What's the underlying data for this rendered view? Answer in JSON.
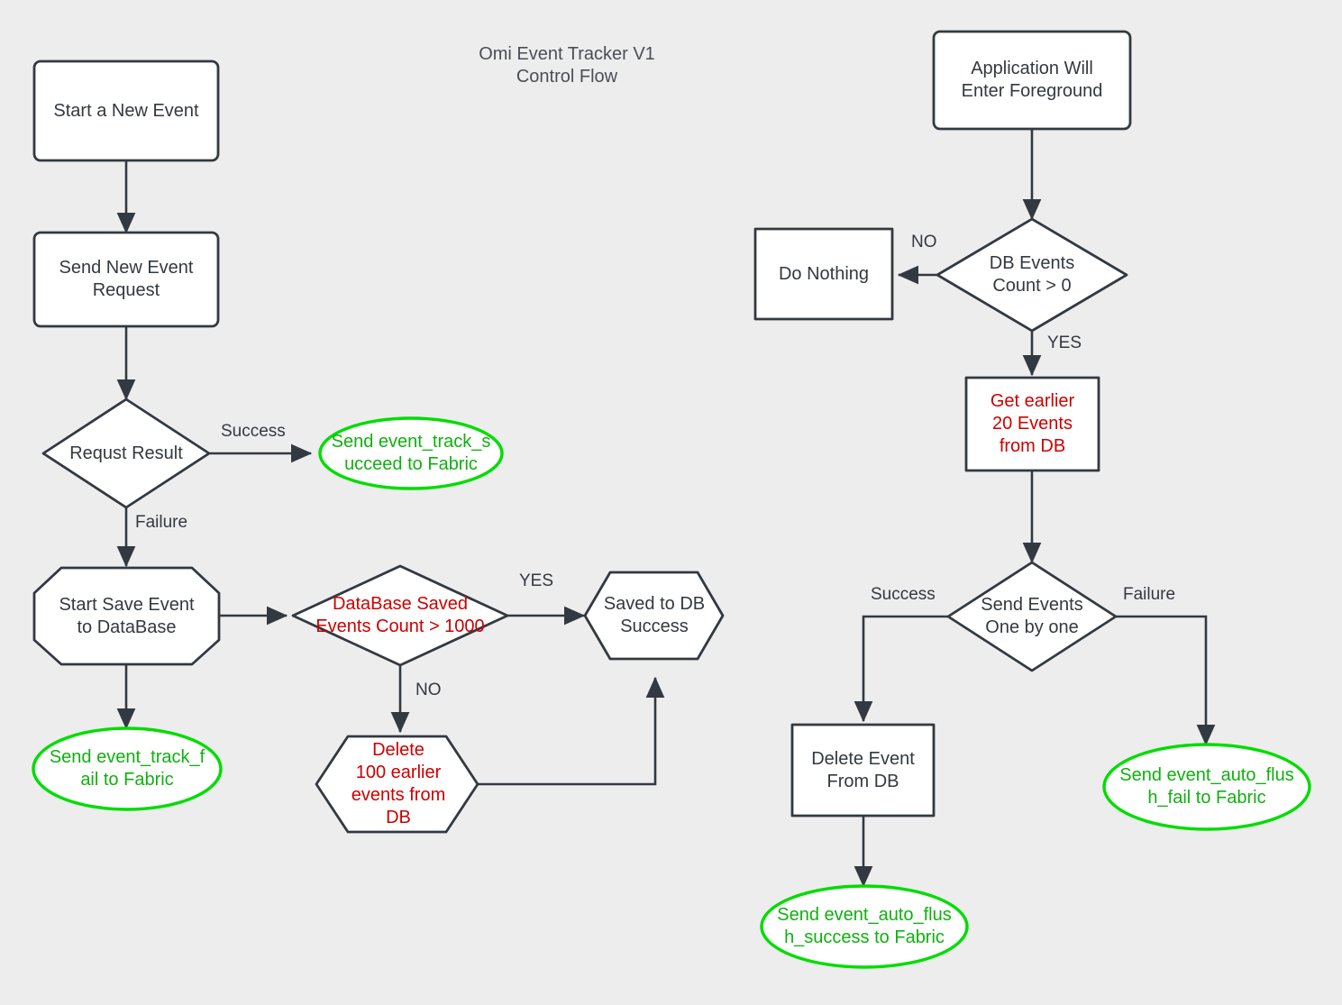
{
  "diagram": {
    "title": "Omi Event Tracker V1\nControl Flow",
    "background_color": "#ededed",
    "stroke_color": "#333940",
    "red_color": "#cc0000",
    "green_border_color": "#00dd00",
    "green_text_color": "#10b010",
    "nodes": {
      "start_new_event": {
        "label": "Start a New Event",
        "shape": "rounded-rect",
        "color": "dark"
      },
      "send_new_event_request": {
        "label": "Send New Event\nRequest",
        "shape": "rounded-rect",
        "color": "dark"
      },
      "requst_result": {
        "label": "Requst Result",
        "shape": "diamond",
        "color": "dark"
      },
      "send_track_succeed": {
        "label": "Send event_track_s\nucceed to Fabric",
        "shape": "ellipse",
        "color": "green"
      },
      "start_save_event": {
        "label": "Start Save Event\nto DataBase",
        "shape": "octagon",
        "color": "dark"
      },
      "send_track_fail": {
        "label": "Send event_track_f\nail to Fabric",
        "shape": "ellipse",
        "color": "green"
      },
      "db_saved_count": {
        "label": "DataBase Saved\nEvents Count > 1000",
        "shape": "diamond",
        "color": "red"
      },
      "delete_100_earlier": {
        "label": "Delete\n100 earlier\nevents from\nDB",
        "shape": "hexagon",
        "color": "red"
      },
      "saved_to_db_success": {
        "label": "Saved to DB\nSuccess",
        "shape": "hexagon",
        "color": "dark"
      },
      "app_will_enter_foreground": {
        "label": "Application Will\nEnter Foreground",
        "shape": "rounded-rect",
        "color": "dark"
      },
      "do_nothing": {
        "label": "Do Nothing",
        "shape": "rect",
        "color": "dark"
      },
      "db_events_count": {
        "label": "DB Events\nCount > 0",
        "shape": "diamond",
        "color": "dark"
      },
      "get_earlier_20_events": {
        "label": "Get earlier\n20 Events\nfrom DB",
        "shape": "rect",
        "color": "red"
      },
      "send_events_one_by_one": {
        "label": "Send Events\nOne  by one",
        "shape": "diamond",
        "color": "dark"
      },
      "delete_event_from_db": {
        "label": "Delete Event\nFrom DB",
        "shape": "rect",
        "color": "dark"
      },
      "send_auto_flush_success": {
        "label": "Send event_auto_flus\nh_success to Fabric",
        "shape": "ellipse",
        "color": "green"
      },
      "send_auto_flush_fail": {
        "label": "Send event_auto_flus\nh_fail to Fabric",
        "shape": "ellipse",
        "color": "green"
      }
    },
    "edge_labels": {
      "success_track": "Success",
      "failure_track": "Failure",
      "yes_db_count": "YES",
      "no_db_count": "NO",
      "no_db_events": "NO",
      "yes_db_events": "YES",
      "success_send": "Success",
      "failure_send": "Failure"
    }
  }
}
